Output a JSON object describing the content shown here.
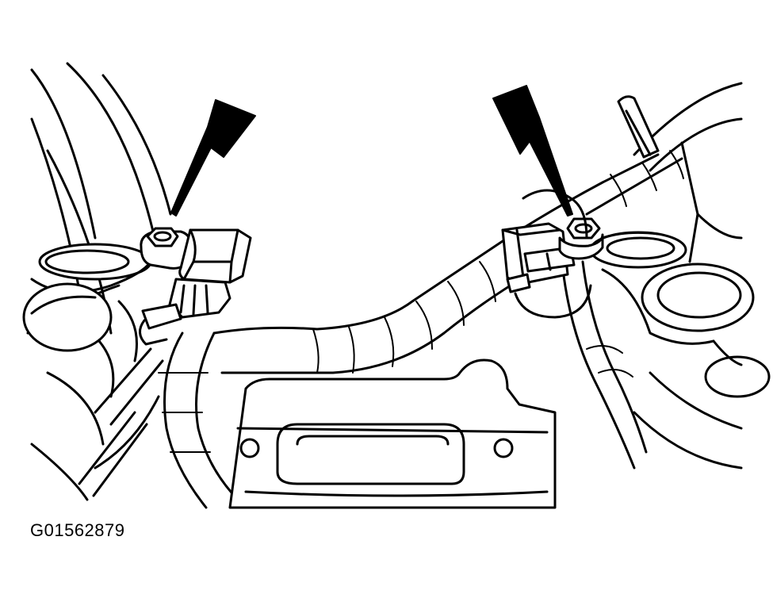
{
  "figure": {
    "code": "G01562879",
    "callouts": [
      "arrow-left-sensor",
      "arrow-right-sensor"
    ]
  }
}
